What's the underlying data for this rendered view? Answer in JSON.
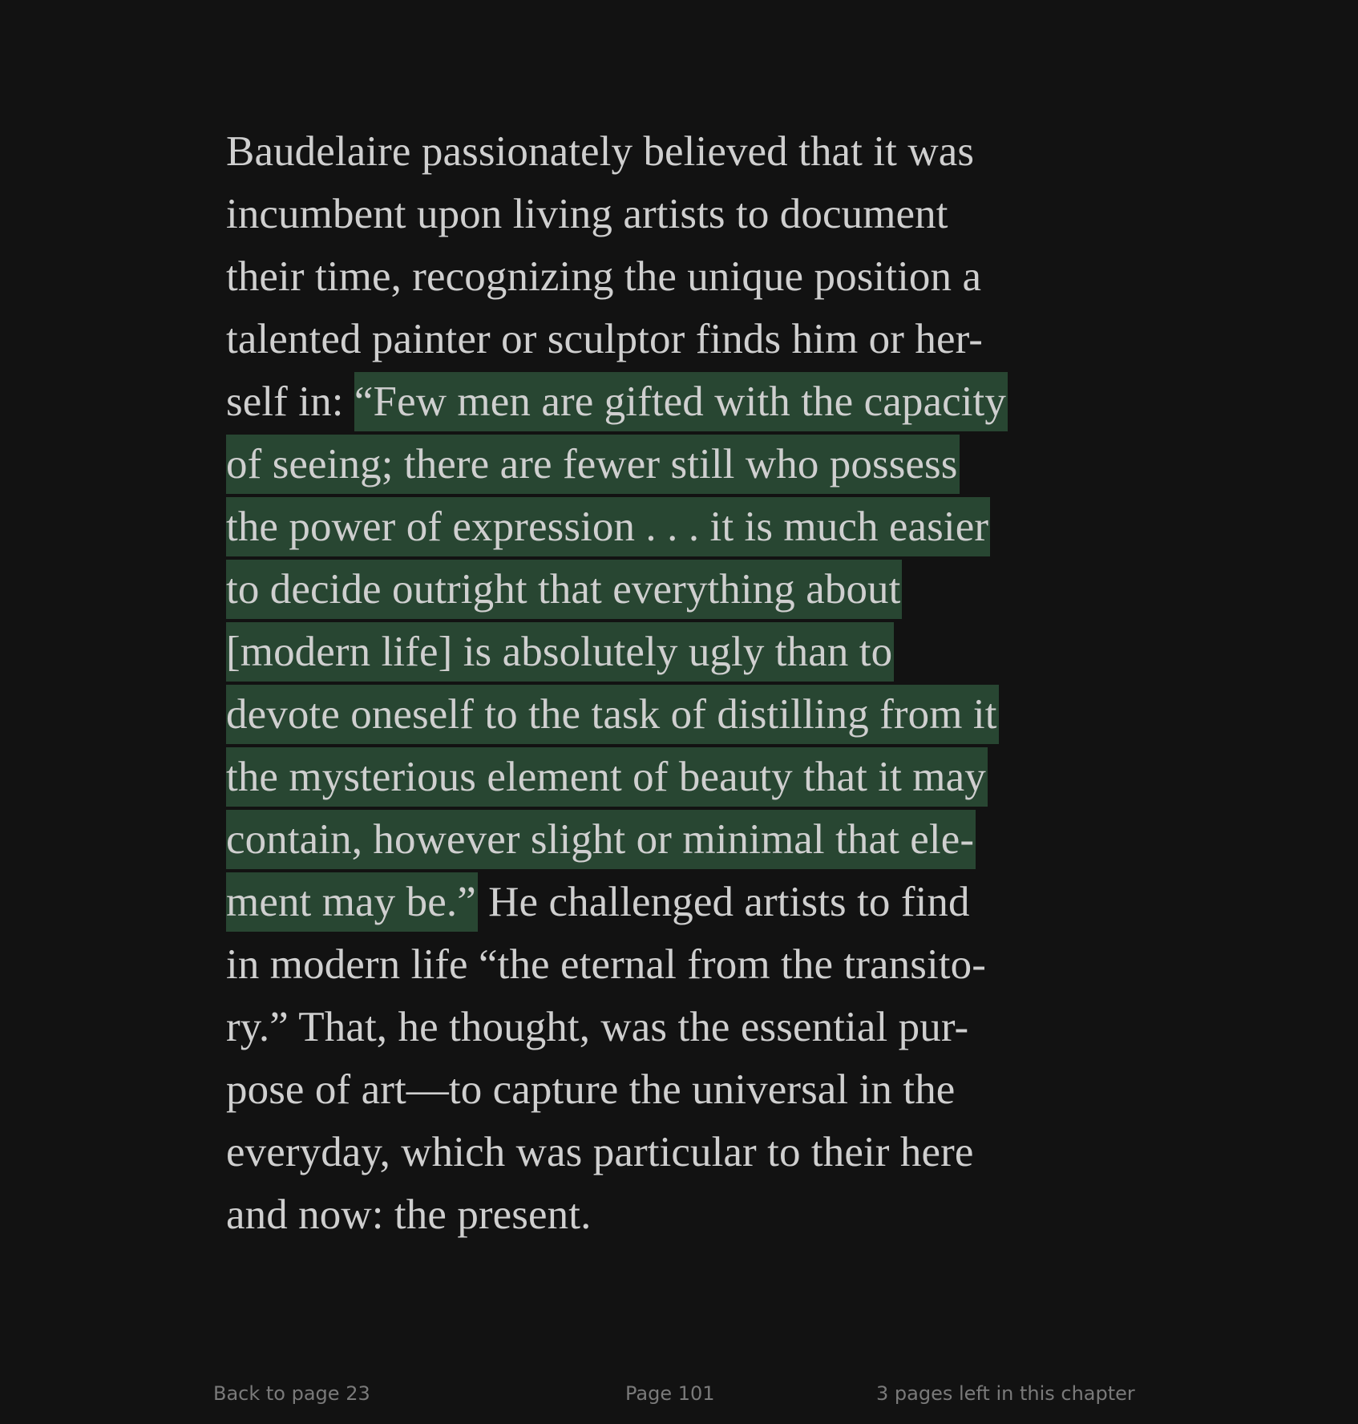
{
  "reader": {
    "highlight_color": "#284632",
    "background_color": "#121212",
    "text_color": "#cfcfcf",
    "lines": [
      {
        "pre": "Baudelaire passionately believed that it was",
        "hl": "",
        "post": ""
      },
      {
        "pre": "incumbent upon living artists to document",
        "hl": "",
        "post": ""
      },
      {
        "pre": "their time, recognizing the unique position a",
        "hl": "",
        "post": ""
      },
      {
        "pre": "talented painter or sculptor finds him or her-",
        "hl": "",
        "post": ""
      },
      {
        "pre": "self in: ",
        "hl": "“Few men are gifted with the capacity",
        "post": ""
      },
      {
        "pre": "",
        "hl": "of seeing; there are fewer still who possess",
        "post": ""
      },
      {
        "pre": "",
        "hl": "the power of expression . . . it is much easier",
        "post": ""
      },
      {
        "pre": "",
        "hl": "to decide outright that everything about",
        "post": ""
      },
      {
        "pre": "",
        "hl": "[modern life] is absolutely ugly than to",
        "post": ""
      },
      {
        "pre": "",
        "hl": "devote oneself to the task of distilling from it",
        "post": ""
      },
      {
        "pre": "",
        "hl": "the mysterious element of beauty that it may",
        "post": ""
      },
      {
        "pre": "",
        "hl": "contain, however slight or minimal that ele-",
        "post": ""
      },
      {
        "pre": "",
        "hl": "ment may be.”",
        "post": " He challenged artists to find"
      },
      {
        "pre": "in modern life “the eternal from the transito-",
        "hl": "",
        "post": ""
      },
      {
        "pre": "ry.” That, he thought, was the essential pur-",
        "hl": "",
        "post": ""
      },
      {
        "pre": "pose of art—to capture the universal in the",
        "hl": "",
        "post": ""
      },
      {
        "pre": "everyday, which was particular to their here",
        "hl": "",
        "post": ""
      },
      {
        "pre": "and now: the present.",
        "hl": "",
        "post": ""
      }
    ]
  },
  "footer": {
    "back_label": "Back to page 23",
    "page_label": "Page 101",
    "remaining_label": "3 pages left in this chapter"
  }
}
